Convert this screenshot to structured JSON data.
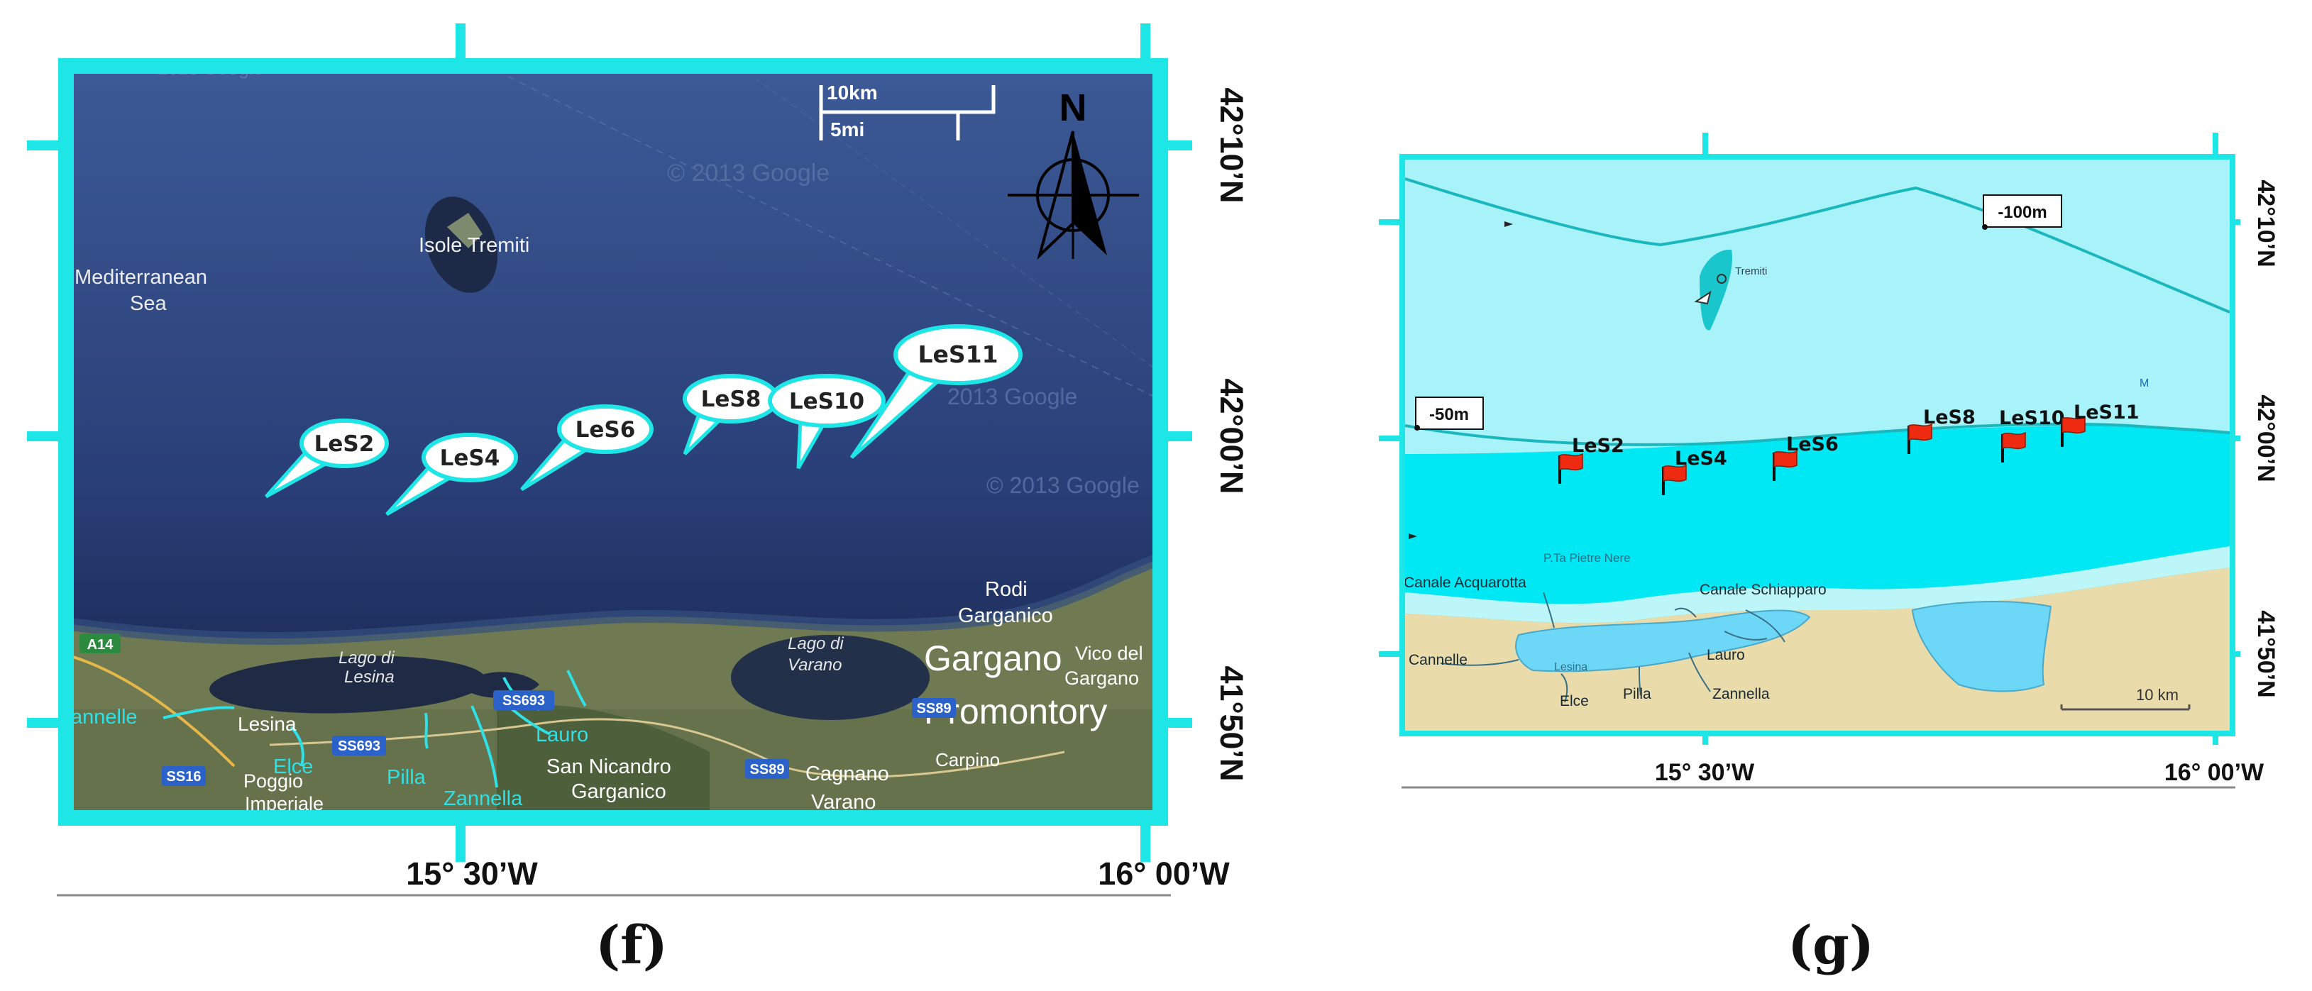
{
  "panel_f": {
    "caption": "(f)",
    "lon_labels": [
      "15° 30’W",
      "16° 00’W"
    ],
    "lat_labels": [
      "42°10’N",
      "42°00’N",
      "41°50’N"
    ],
    "scale": {
      "km": "10km",
      "mi": "5mi"
    },
    "north": "N",
    "sea_labels": [
      "Mediterranean",
      "Sea"
    ],
    "island": "Isole Tremiti",
    "watermarks": [
      "© 2013 Google",
      "2013 Google",
      "© 2013 Google"
    ],
    "stations": [
      "LeS2",
      "LeS4",
      "LeS6",
      "LeS8",
      "LeS10",
      "LeS11"
    ],
    "places": {
      "lago_lesina": [
        "Lago di",
        "Lesina"
      ],
      "lago_varano": [
        "Lago di",
        "Varano"
      ],
      "rodi": [
        "Rodi",
        "Garganico"
      ],
      "gargano": [
        "Gargano",
        "Promontory"
      ],
      "vico": [
        "Vico del",
        "Gargano"
      ],
      "san_nicandro": [
        "San Nicandro",
        "Garganico"
      ],
      "poggio": [
        "Poggio",
        "Imperiale"
      ],
      "cagnano": [
        "Cagnano",
        "Varano"
      ],
      "lesina": "Lesina",
      "carpino": "Carpino",
      "cannelle": "annelle",
      "elce": "Elce",
      "pilla": "Pilla",
      "zannella": "Zannella",
      "lauro": "Lauro"
    },
    "roads": [
      "A14",
      "SS693",
      "SS693",
      "SS16",
      "SS89",
      "SS89"
    ],
    "colors": {
      "frame": "#1ee6e6",
      "sea": "#2a3f78",
      "land": "#6f7a52",
      "river": "#2fe0e6"
    }
  },
  "panel_g": {
    "caption": "(g)",
    "lon_labels": [
      "15° 30’W",
      "16° 00’W"
    ],
    "lat_labels": [
      "42°10’N",
      "42°00’N",
      "41°50’N"
    ],
    "depth_labels": [
      "-100m",
      "-50m"
    ],
    "island": "Tremiti",
    "point_label": "P.Ta Pietre Nere",
    "stations": [
      "LeS2",
      "LeS4",
      "LeS6",
      "LeS8",
      "LeS10",
      "LeS11"
    ],
    "places": [
      "Canale Acquarotta",
      "Canale Schiapparo",
      "Cannelle",
      "Lesina",
      "Lauro",
      "Elce",
      "Pilla",
      "Zannella"
    ],
    "scale": "10 km",
    "marker": "M",
    "colors": {
      "deep": "#a8f2fa",
      "shallow": "#00e8f4",
      "coast": "#bdf6f8",
      "land": "#eadbab",
      "flag": "#ee2a10",
      "lagoon": "#6cd7f7"
    }
  }
}
